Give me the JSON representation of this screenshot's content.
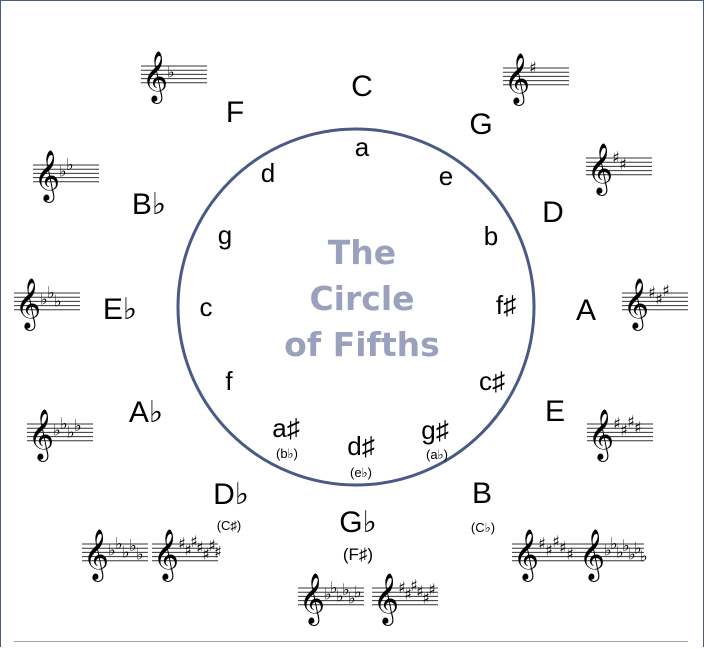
{
  "title_lines": [
    "The",
    "Circle",
    "of Fifths"
  ],
  "colors": {
    "circle": "#4a5a86",
    "title": "#9aa1bd",
    "frame": "#4a5a86"
  },
  "major_keys": [
    {
      "name": "C",
      "alt": ""
    },
    {
      "name": "G",
      "alt": ""
    },
    {
      "name": "D",
      "alt": ""
    },
    {
      "name": "A",
      "alt": ""
    },
    {
      "name": "E",
      "alt": ""
    },
    {
      "name": "B",
      "alt": "(C♭)"
    },
    {
      "name": "G♭",
      "alt": "(F♯)"
    },
    {
      "name": "D♭",
      "alt": "(C♯)"
    },
    {
      "name": "A♭",
      "alt": ""
    },
    {
      "name": "E♭",
      "alt": ""
    },
    {
      "name": "B♭",
      "alt": ""
    },
    {
      "name": "F",
      "alt": ""
    }
  ],
  "minor_keys": [
    {
      "name": "a",
      "alt": ""
    },
    {
      "name": "e",
      "alt": ""
    },
    {
      "name": "b",
      "alt": ""
    },
    {
      "name": "f♯",
      "alt": ""
    },
    {
      "name": "c♯",
      "alt": ""
    },
    {
      "name": "g♯",
      "alt": "(a♭)"
    },
    {
      "name": "d♯",
      "alt": "(e♭)"
    },
    {
      "name": "a♯",
      "alt": "(b♭)"
    },
    {
      "name": "f",
      "alt": ""
    },
    {
      "name": "c",
      "alt": ""
    },
    {
      "name": "g",
      "alt": ""
    },
    {
      "name": "d",
      "alt": ""
    }
  ],
  "key_signatures": [
    {
      "key": "F",
      "accidental": "flat",
      "count": 1
    },
    {
      "key": "G",
      "accidental": "sharp",
      "count": 1
    },
    {
      "key": "B♭",
      "accidental": "flat",
      "count": 2
    },
    {
      "key": "D",
      "accidental": "sharp",
      "count": 2
    },
    {
      "key": "E♭",
      "accidental": "flat",
      "count": 3
    },
    {
      "key": "A",
      "accidental": "sharp",
      "count": 3
    },
    {
      "key": "A♭",
      "accidental": "flat",
      "count": 4
    },
    {
      "key": "E",
      "accidental": "sharp",
      "count": 4
    },
    {
      "key": "D♭",
      "accidental": "flat",
      "count": 5
    },
    {
      "key": "C♯",
      "accidental": "sharp",
      "count": 7
    },
    {
      "key": "B",
      "accidental": "sharp",
      "count": 5
    },
    {
      "key": "C♭",
      "accidental": "flat",
      "count": 7
    },
    {
      "key": "G♭",
      "accidental": "flat",
      "count": 6
    },
    {
      "key": "F♯",
      "accidental": "sharp",
      "count": 6
    }
  ]
}
